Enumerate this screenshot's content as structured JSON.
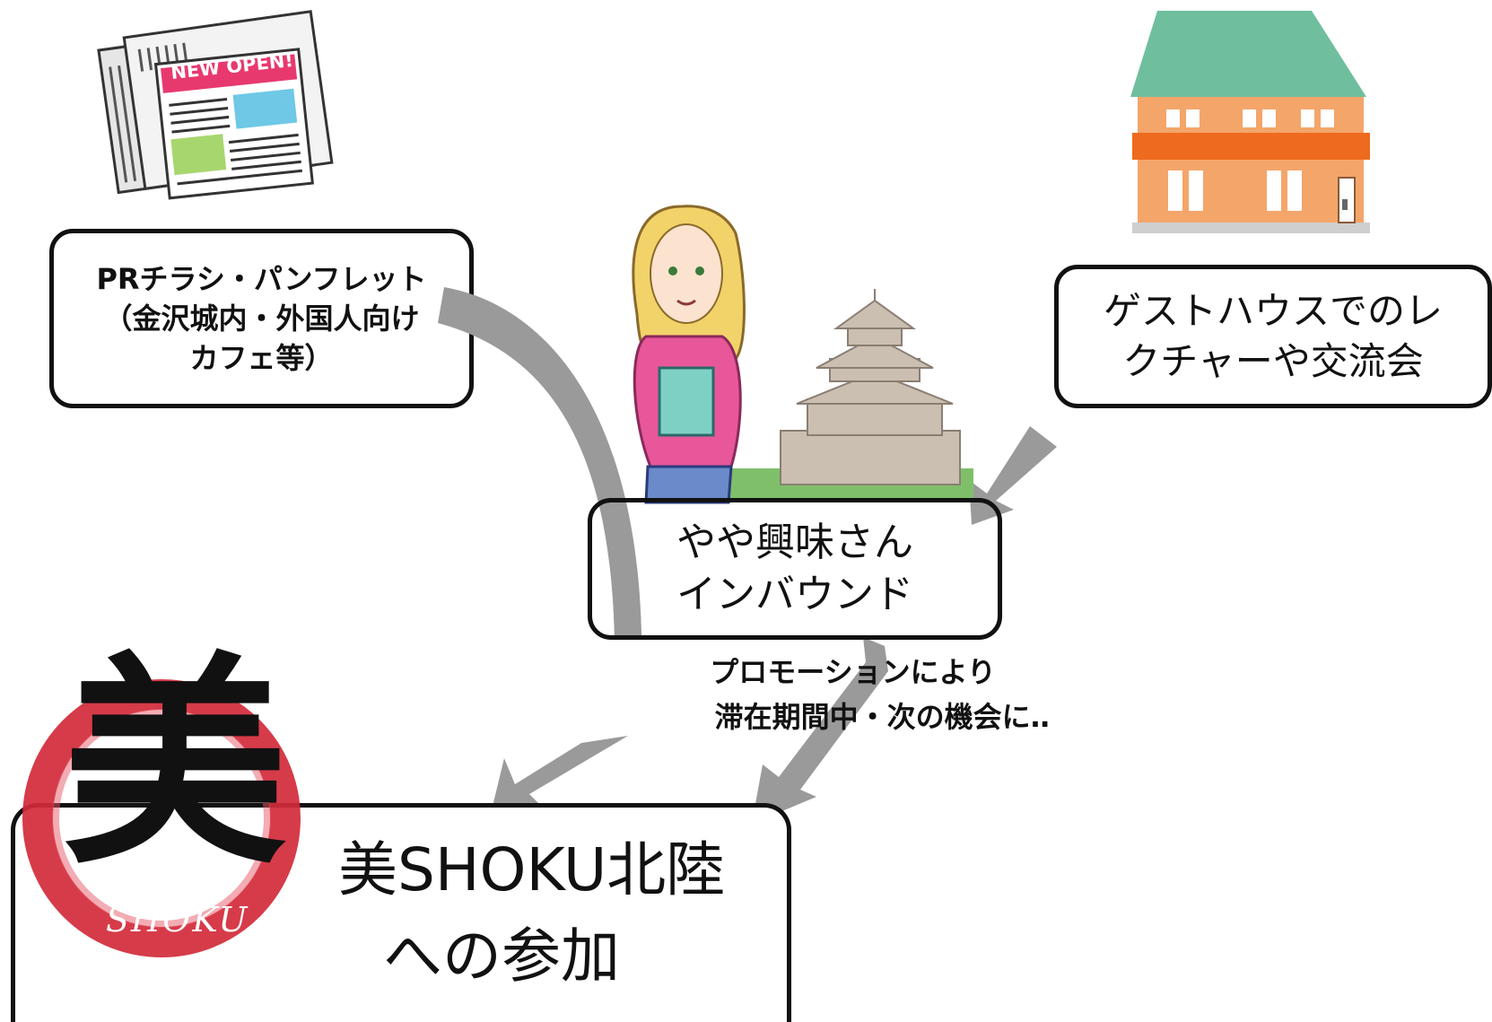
{
  "newspaper": {
    "banner": "NEW OPEN!"
  },
  "pr_box": {
    "line1": "PRチラシ・パンフレット",
    "line2": "（金沢城内・外国人向け",
    "line3": "カフェ等）"
  },
  "guesthouse_box": {
    "line1": "ゲストハウスでのレ",
    "line2": "クチャーや交流会"
  },
  "inbound_box": {
    "line1": "やや興味さん",
    "line2": "インバウンド"
  },
  "promotion": {
    "line1": "プロモーションにより",
    "line2": "滞在期間中・次の機会に‥"
  },
  "bishoku_box": {
    "line1": "美SHOKU北陸",
    "line2": "への参加"
  },
  "logo": {
    "kanji": "美",
    "sub": "SHOKU"
  },
  "colors": {
    "arrow": "#9a9a9a",
    "logo_red": "#d32a3a",
    "roof": "#6fbf9e",
    "wall": "#f4a56a",
    "band": "#ee6a1e",
    "shirt": "#e8579a"
  }
}
